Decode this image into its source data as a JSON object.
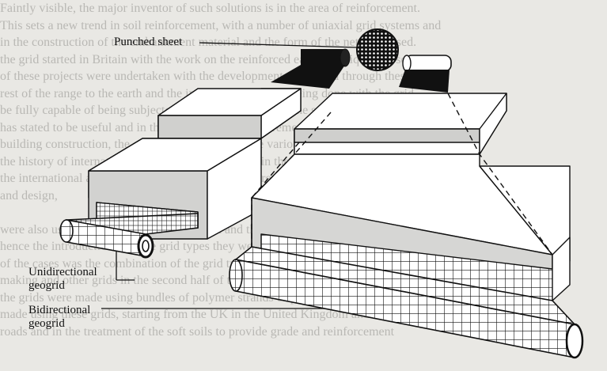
{
  "labels": {
    "punched_sheet": "Punched sheet",
    "unidirectional_line1": "Unidirectional",
    "unidirectional_line2": "geogrid",
    "bidirectional_line1": "Bidirectional",
    "bidirectional_line2": "geogrid"
  },
  "background_text": [
    "Faintly visible, the major inventor of such solutions is in the area of reinforcement.",
    "This sets a new trend in soil reinforcement, with a number of uniaxial grid systems and",
    "in the construction of the embankment material and the form of the net to be used.",
    "the grid started in Britain with the work on the reinforced earth technique and some",
    "of these projects were undertaken with the development of the grid through these",
    "rest of the range to the earth and the initiative at the time being done with the grid",
    "be fully capable of being subjected to the performance of the soil for use in the",
    "has stated to be useful and in the project of time requirements and other properties.",
    "building construction, the grids were adopted by the various developers of grid systems",
    "the history of international grid is illustrated below in the design of the grid,",
    "the international and a wide range of grid systems are used by designers of structures",
    "and design,",
    "",
    "were also used in the making of the geogrid and the construction of the polymeric",
    "hence the introduction of these grid types they were adopted for the reinforcement",
    "of the cases was the combination of the grid types developed and adopted with the",
    "making and other grids in the second half of the grid work of the grid system in the",
    "the grids were made using bundles of polymer strands of polyester fibre with the",
    "made using these grids, starting from the UK in the United Kingdom and the",
    "roads and in the treatment of the soft soils to provide grade and reinforcement"
  ]
}
